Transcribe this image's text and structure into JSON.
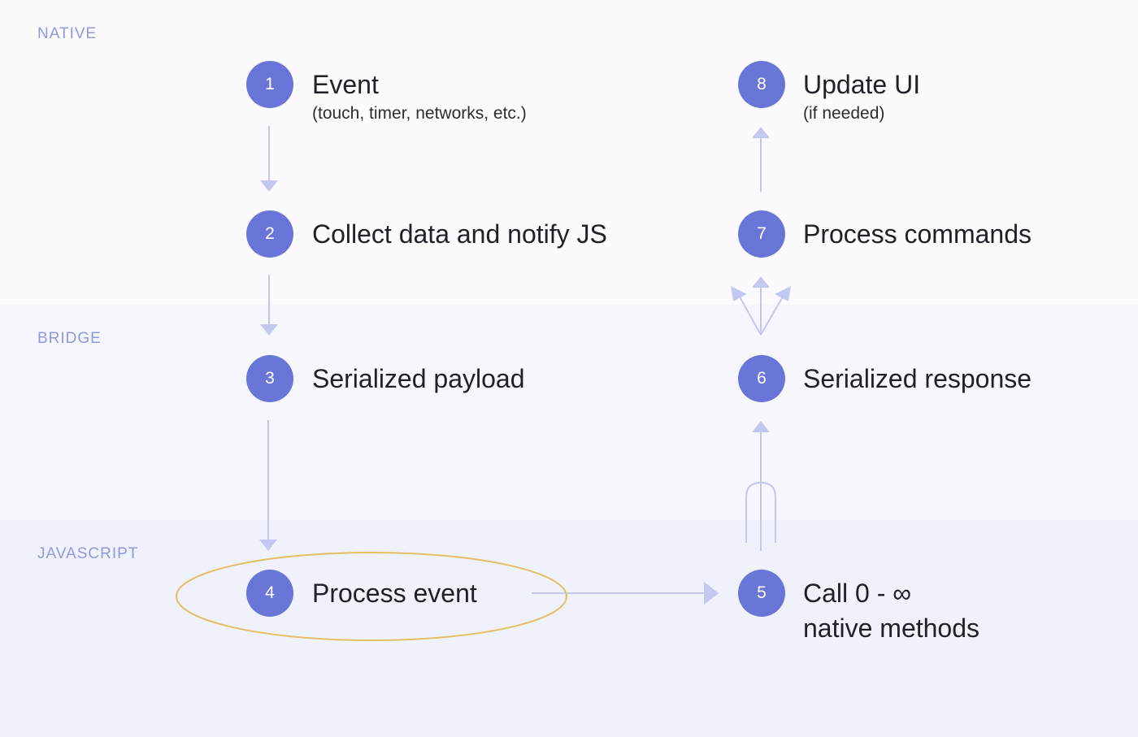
{
  "zones": {
    "native": "NATIVE",
    "bridge": "BRIDGE",
    "javascript": "JAVASCRIPT"
  },
  "steps": [
    {
      "num": "1",
      "title": "Event",
      "subtitle": "(touch, timer, networks, etc.)"
    },
    {
      "num": "2",
      "title": "Collect data and notify JS"
    },
    {
      "num": "3",
      "title": "Serialized payload"
    },
    {
      "num": "4",
      "title": "Process event"
    },
    {
      "num": "5",
      "title_line1": "Call 0 - ∞",
      "title_line2": "native methods"
    },
    {
      "num": "6",
      "title": "Serialized response"
    },
    {
      "num": "7",
      "title": "Process commands"
    },
    {
      "num": "8",
      "title": "Update UI",
      "subtitle": "(if needed)"
    }
  ],
  "colors": {
    "accent": "#6a75d8",
    "arrow": "#c3c8f1",
    "highlight": "#e3bf63",
    "zone_label": "#8f99df"
  }
}
